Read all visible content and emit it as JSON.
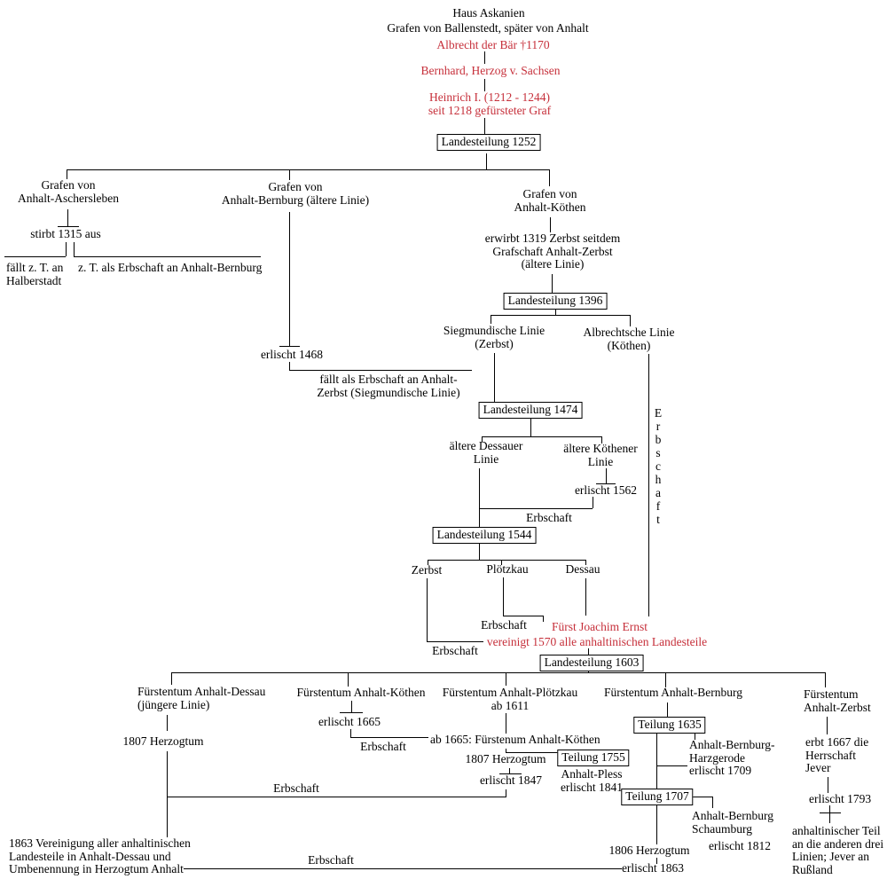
{
  "colors": {
    "red": "#c62f3a",
    "line": "#000000",
    "background": "#ffffff"
  },
  "labels": {
    "haus": "Haus Askanien",
    "grafen_ballenstedt": "Grafen von Ballenstedt, später von Anhalt",
    "albrecht": "Albrecht der Bär †1170",
    "bernhard": "Bernhard, Herzog v. Sachsen",
    "heinrich": "Heinrich I. (1212 - 1244)\nseit 1218 gefürsteter Graf",
    "landesteilung_1252": "Landesteilung 1252",
    "aschersleben": "Grafen von\nAnhalt-Aschersleben",
    "stirbt_1315": "stirbt 1315 aus",
    "faellt_halberstadt": "fällt z. T. an\nHalberstadt",
    "zt_erbschaft_bernburg": "z. T. als Erbschaft an Anhalt-Bernburg",
    "bernburg_aeltere": "Grafen von\nAnhalt-Bernburg (ältere Linie)",
    "erlischt_1468": "erlischt 1468",
    "faellt_erbschaft_zerbst": "fällt als Erbschaft an Anhalt-\nZerbst (Siegmundische Linie)",
    "koethen": "Grafen von\nAnhalt-Köthen",
    "erwirbt_1319": "erwirbt 1319 Zerbst seitdem\nGrafschaft Anhalt-Zerbst\n(ältere Linie)",
    "landesteilung_1396": "Landesteilung 1396",
    "siegmundische": "Siegmundische Linie\n(Zerbst)",
    "albrechtsche": "Albrechtsche Linie\n(Köthen)",
    "landesteilung_1474": "Landesteilung 1474",
    "aeltere_dessauer": "ältere Dessauer\nLinie",
    "aeltere_koethener": "ältere Köthener\nLinie",
    "erlischt_1562": "erlischt 1562",
    "erbschaft_1562": "Erbschaft",
    "erbschaft_vertikal": "E\nr\nb\ns\nc\nh\na\nf\nt",
    "landesteilung_1544": "Landesteilung 1544",
    "zerbst": "Zerbst",
    "ploetzkau": "Plötzkau",
    "dessau": "Dessau",
    "erbschaft_ploetzkau": "Erbschaft",
    "erbschaft_zerbst": "Erbschaft",
    "joachim_ernst": "Fürst Joachim Ernst",
    "vereinigt_1570": "vereinigt 1570 alle anhaltinischen Landesteile",
    "landesteilung_1603": "Landesteilung 1603",
    "f_dessau": "Fürstentum Anhalt-Dessau\n(jüngere Linie)",
    "herzogtum_1807_dessau": "1807 Herzogtum",
    "f_koethen": "Fürstentum Anhalt-Köthen",
    "erlischt_1665": "erlischt 1665",
    "erbschaft_koethen": "Erbschaft",
    "f_ploetzkau": "Fürstentum Anhalt-Plötzkau\nab 1611",
    "ab_1665": "ab 1665: Fürstenum Anhalt-Köthen",
    "herzogtum_1807_koethen": "1807 Herzogtum",
    "erlischt_1847": "erlischt 1847",
    "teilung_1755": "Teilung 1755",
    "anhalt_pless": "Anhalt-Pless\nerlischt 1841",
    "f_bernburg": "Fürstentum Anhalt-Bernburg",
    "teilung_1635": "Teilung 1635",
    "harzgerode": "Anhalt-Bernburg-\nHarzgerode\nerlischt 1709",
    "teilung_1707": "Teilung 1707",
    "schaumburg": "Anhalt-Bernburg\nSchaumburg",
    "erlischt_1812": "erlischt 1812",
    "herzogtum_1806": "1806 Herzogtum",
    "erlischt_1863": "erlischt 1863",
    "f_zerbst": "Fürstentum\nAnhalt-Zerbst",
    "erbt_1667": "erbt 1667 die\nHerrschaft\nJever",
    "erlischt_1793": "erlischt 1793",
    "anhaltinischer_teil": "anhaltinischer Teil\nan die anderen drei\nLinien; Jever an\nRußland",
    "vereinigung_1863": "1863 Vereinigung aller anhaltinischen\nLandesteile in Anhalt-Dessau und\nUmbenennung in Herzogtum Anhalt",
    "erbschaft_dessau_line": "Erbschaft",
    "erbschaft_1863_line": "Erbschaft"
  }
}
